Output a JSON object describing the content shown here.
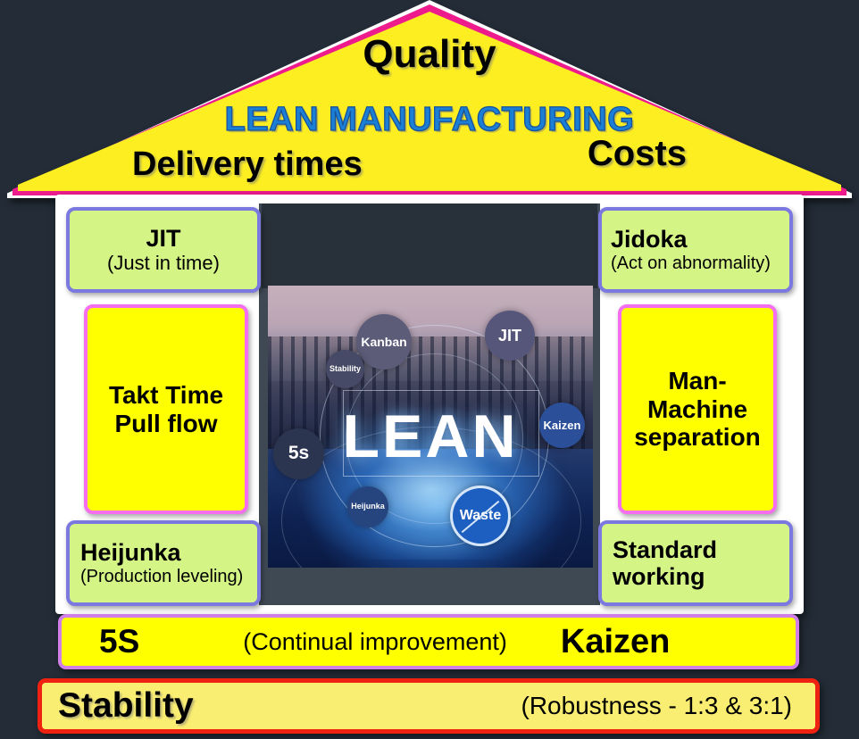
{
  "roof": {
    "top_label": "Quality",
    "title": "LEAN MANUFACTURING",
    "left_label": "Delivery times",
    "right_label": "Costs",
    "fill_color": "#FCEE21",
    "border_color": "#EE1B8D",
    "title_color": "#1C7FD6"
  },
  "pillars": {
    "left": [
      {
        "title": "JIT",
        "subtitle": "(Just in time)",
        "style": "green"
      },
      {
        "title_line1": "Takt Time",
        "title_line2": "Pull flow",
        "style": "yellow"
      },
      {
        "title": "Heijunka",
        "subtitle": "(Production leveling)",
        "style": "green"
      }
    ],
    "right": [
      {
        "title": "Jidoka",
        "subtitle": "(Act on abnormality)",
        "style": "green"
      },
      {
        "title_line1": "Man-",
        "title_line2": "Machine",
        "title_line3": "separation",
        "style": "yellow"
      },
      {
        "title_line1": "Standard",
        "title_line2": "working",
        "style": "green"
      }
    ],
    "green_fill": "#D5F486",
    "green_border": "#7B79E0",
    "yellow_fill": "#FFFF00",
    "yellow_border": "#F56EF0"
  },
  "foundation": [
    {
      "left": "5S",
      "center": "(Continual improvement)",
      "right": "Kaizen",
      "fill": "#FFFF00",
      "border": "#D07FE8"
    },
    {
      "left": "Stability",
      "right": "(Robustness - 1:3 & 3:1)",
      "fill": "#FAEE72",
      "border": "#EF2111"
    }
  ],
  "center_image": {
    "center_word": "LEAN",
    "bubbles": [
      {
        "label": "Kanban"
      },
      {
        "label": "JIT"
      },
      {
        "label": "Stability"
      },
      {
        "label": "Kaizen"
      },
      {
        "label": "5s"
      },
      {
        "label": "Heijunka"
      },
      {
        "label": "Waste"
      }
    ]
  },
  "background_color": "#232C37"
}
